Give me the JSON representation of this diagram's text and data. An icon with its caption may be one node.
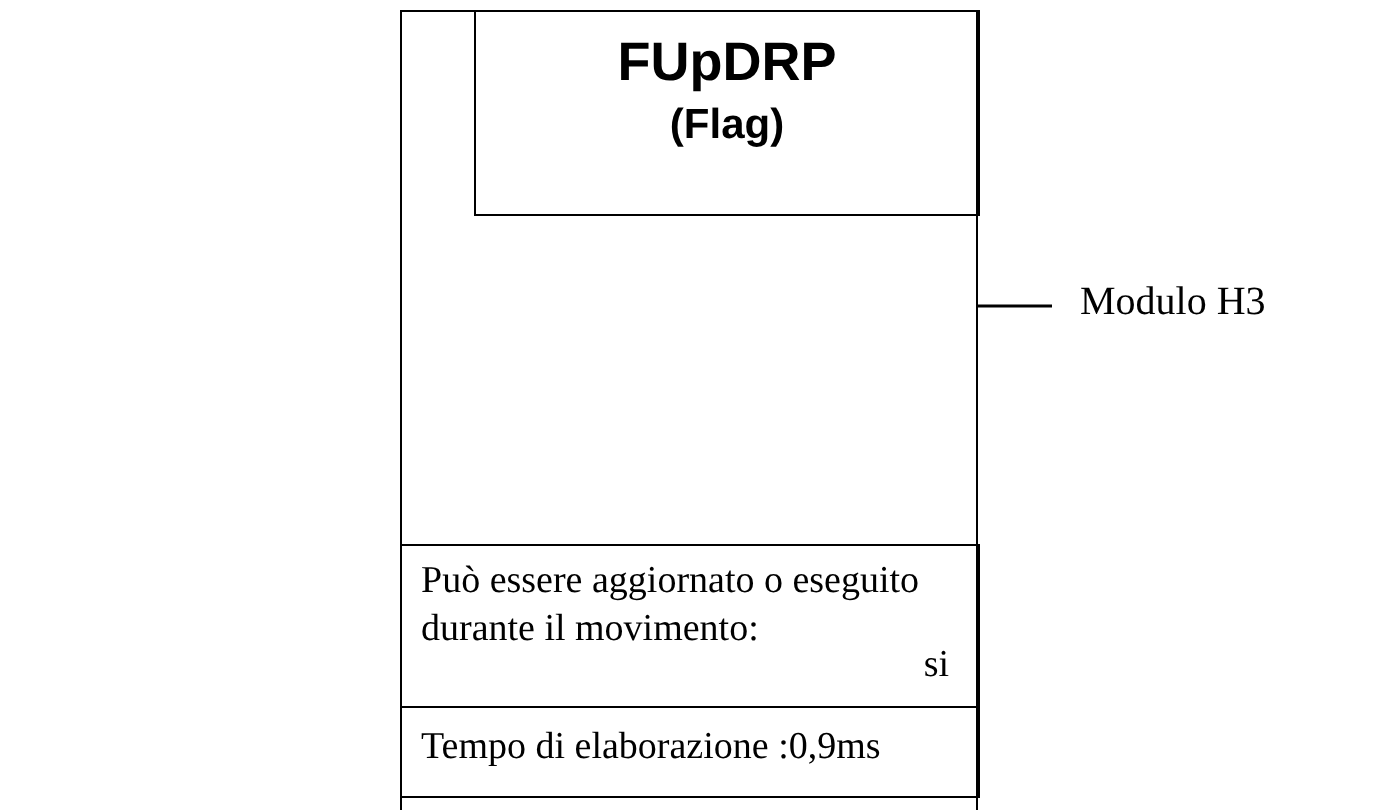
{
  "diagram": {
    "nodes": [
      {
        "text": [],
        "shape": "box"
      },
      {
        "text": [
          "FUpDRP",
          "(Flag)"
        ],
        "in": 0
      },
      {
        "text": [
          "Può essere aggiornato o eseguito durante il movimento:",
          "si"
        ],
        "in": 0
      },
      {
        "text": [
          "Tempo di elaborazione :0,9ms"
        ],
        "in": 0
      },
      {
        "text": [
          "Modulo H3"
        ]
      }
    ],
    "edges": [
      {
        "from": 4,
        "to": 0,
        "arrow": "none"
      }
    ]
  }
}
